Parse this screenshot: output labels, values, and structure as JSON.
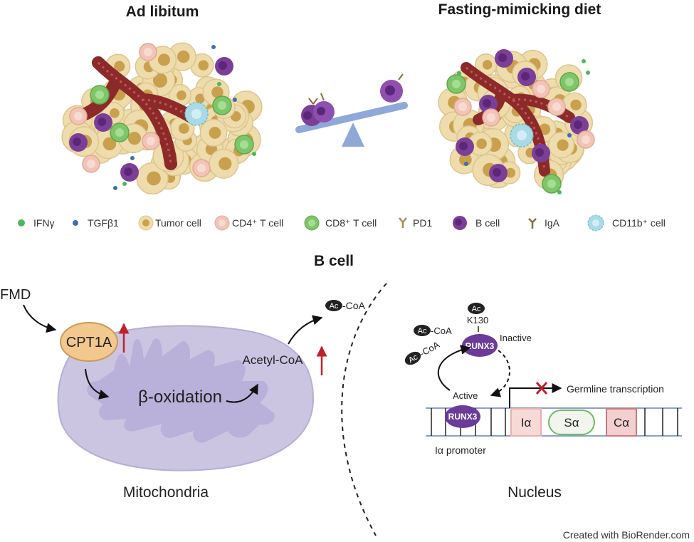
{
  "titles": {
    "ad_libitum": "Ad libitum",
    "fmd": "Fasting-mimicking diet",
    "b_cell": "B cell"
  },
  "legend": [
    {
      "label": "IFNγ",
      "icon": "ifng-dot-icon"
    },
    {
      "label": "TGFβ1",
      "icon": "tgfb1-dot-icon"
    },
    {
      "label": "Tumor cell",
      "icon": "tumor-cell-icon"
    },
    {
      "label": "CD4⁺ T cell",
      "icon": "cd4-t-cell-icon"
    },
    {
      "label": "CD8⁺ T cell",
      "icon": "cd8-t-cell-icon"
    },
    {
      "label": "PD1",
      "icon": "pd1-receptor-icon"
    },
    {
      "label": "B cell",
      "icon": "b-cell-icon"
    },
    {
      "label": "IgA",
      "icon": "iga-antibody-icon"
    },
    {
      "label": "CD11b⁺ cell",
      "icon": "cd11b-cell-icon"
    }
  ],
  "pathway": {
    "fmd_label": "FMD",
    "cpt1a": "CPT1A",
    "beta_oxidation": "β-oxidation",
    "acetyl_coa": "Acetyl-CoA",
    "ac_tag": "Ac",
    "coa_suffix": "-CoA",
    "mitochondria": "Mitochondria",
    "nucleus": "Nucleus",
    "runx3": "RUNX3",
    "k130": "K130",
    "inactive": "Inactive",
    "active": "Active",
    "germline": "Germline transcription",
    "promoter": "Iα promoter",
    "i_alpha": "Iα",
    "s_alpha": "Sα",
    "c_alpha": "Cα"
  },
  "credit": "Created with BioRender.com",
  "colors": {
    "tumor": "#efdcac",
    "tumor_nucleus": "#c9a04e",
    "vessel": "#8c2a2a",
    "b_cell": "#7b3f98",
    "cd8": "#7fc66a",
    "cd4": "#f2c4b6",
    "cd11b": "#a9dbe6",
    "mito": "#cbc5e2",
    "cpt1a": "#f2c88e",
    "up_arrow": "#c0202a",
    "dna": "#8aa0d0"
  }
}
